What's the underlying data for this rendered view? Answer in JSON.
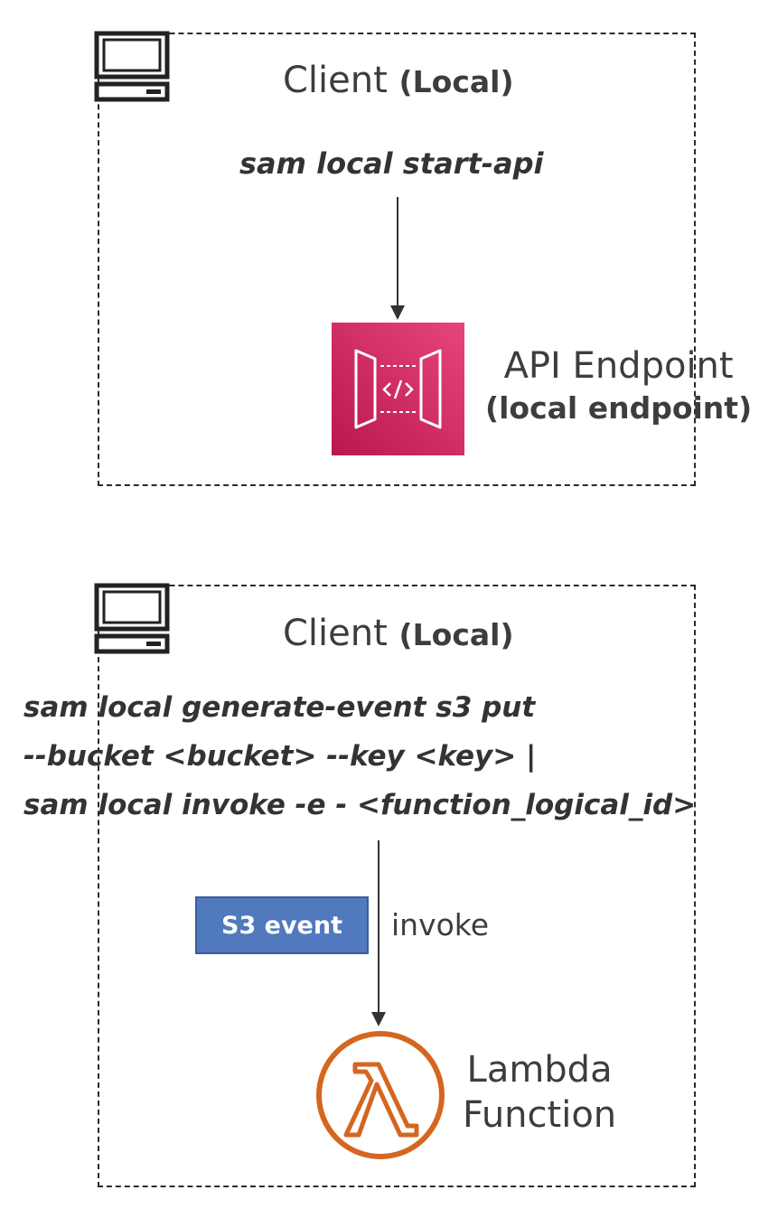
{
  "top": {
    "client_label": "Client",
    "client_sub": "(Local)",
    "command": "sam local start-api",
    "api_title": "API Endpoint",
    "api_sub": "(local endpoint)",
    "icons": [
      "computer-icon",
      "api-gateway-icon"
    ],
    "colors": {
      "api_gateway_top": "#e8457a",
      "api_gateway_bottom": "#b8184f"
    }
  },
  "bottom": {
    "client_label": "Client",
    "client_sub": "(Local)",
    "command_lines": [
      "sam local generate-event s3 put",
      "--bucket <bucket> --key <key> |",
      "sam local invoke -e - <function_logical_id>"
    ],
    "event_badge": "S3 event",
    "arrow_label": "invoke",
    "lambda_line1": "Lambda",
    "lambda_line2": "Function",
    "icons": [
      "computer-icon",
      "lambda-icon"
    ],
    "colors": {
      "s3_badge": "#5079be",
      "lambda": "#d4661f"
    }
  }
}
